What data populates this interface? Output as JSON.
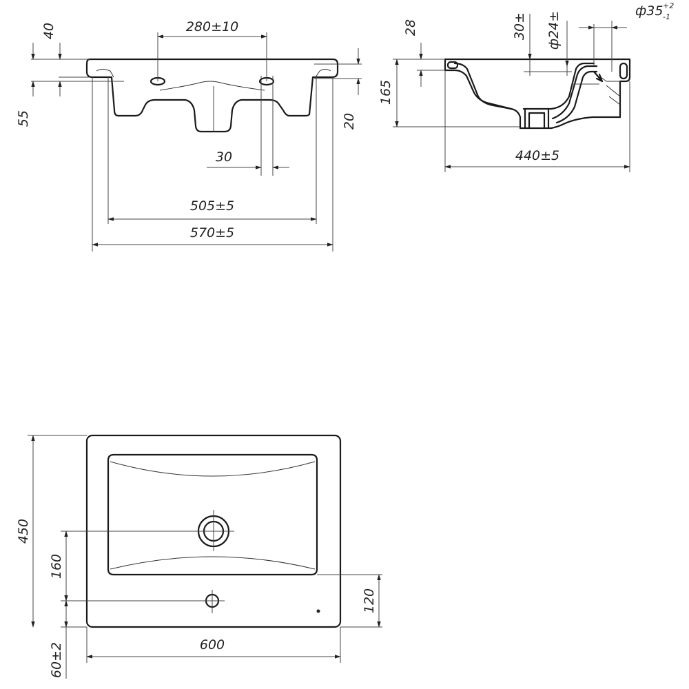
{
  "front_view": {
    "faucet_spacing": "280±10",
    "rim_height": "40",
    "depth_left": "55",
    "depth_right": "20",
    "hole_diameter": "30",
    "inner_width": "505±5",
    "outer_width": "570±5"
  },
  "side_view": {
    "rim": "28",
    "overflow_height": "30±",
    "drain_diameter": "ф24±",
    "overflow_diameter": "ф35",
    "overflow_tol_upper": "+2",
    "overflow_tol_lower": "-1",
    "height": "165",
    "depth": "440±5"
  },
  "top_view": {
    "depth": "450",
    "drain_offset": "160",
    "tap_offset": "120",
    "width": "600",
    "back_offset": "60±2"
  }
}
